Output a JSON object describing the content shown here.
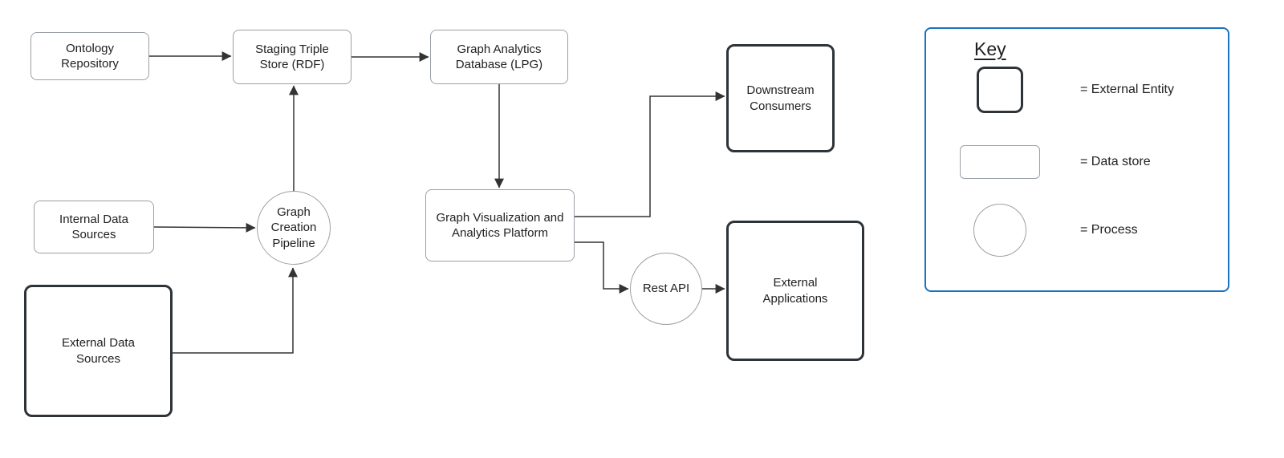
{
  "nodes": {
    "ontology_repository": {
      "label": "Ontology Repository",
      "type": "data-store"
    },
    "staging_triple_store": {
      "label": "Staging Triple Store (RDF)",
      "type": "data-store"
    },
    "graph_analytics_db": {
      "label": "Graph Analytics Database (LPG)",
      "type": "data-store"
    },
    "internal_data_sources": {
      "label": "Internal Data Sources",
      "type": "data-store"
    },
    "external_data_sources": {
      "label": "External Data Sources",
      "type": "external-entity"
    },
    "graph_creation_pipeline": {
      "label": "Graph Creation Pipeline",
      "type": "process"
    },
    "graph_viz_platform": {
      "label": "Graph Visualization and Analytics Platform",
      "type": "data-store"
    },
    "downstream_consumers": {
      "label": "Downstream Consumers",
      "type": "external-entity"
    },
    "rest_api": {
      "label": "Rest API",
      "type": "process"
    },
    "external_applications": {
      "label": "External Applications",
      "type": "external-entity"
    }
  },
  "edges": [
    {
      "from": "Ontology Repository",
      "to": "Staging Triple Store (RDF)"
    },
    {
      "from": "Staging Triple Store (RDF)",
      "to": "Graph Analytics Database (LPG)"
    },
    {
      "from": "Graph Analytics Database (LPG)",
      "to": "Graph Visualization and Analytics Platform"
    },
    {
      "from": "Internal Data Sources",
      "to": "Graph Creation Pipeline"
    },
    {
      "from": "External Data Sources",
      "to": "Graph Creation Pipeline"
    },
    {
      "from": "Graph Creation Pipeline",
      "to": "Staging Triple Store (RDF)"
    },
    {
      "from": "Graph Visualization and Analytics Platform",
      "to": "Downstream Consumers"
    },
    {
      "from": "Graph Visualization and Analytics Platform",
      "to": "Rest API"
    },
    {
      "from": "Rest API",
      "to": "External Applications"
    }
  ],
  "key": {
    "title": "Key",
    "items": [
      {
        "shape": "external-entity",
        "label": "= External Entity"
      },
      {
        "shape": "data-store",
        "label": "= Data store"
      },
      {
        "shape": "process",
        "label": "= Process"
      }
    ]
  },
  "colors": {
    "thin_border": "#9aa0a6",
    "thick_border": "#2e3338",
    "key_border": "#1a73c0",
    "arrow": "#333333",
    "text": "#202124"
  }
}
